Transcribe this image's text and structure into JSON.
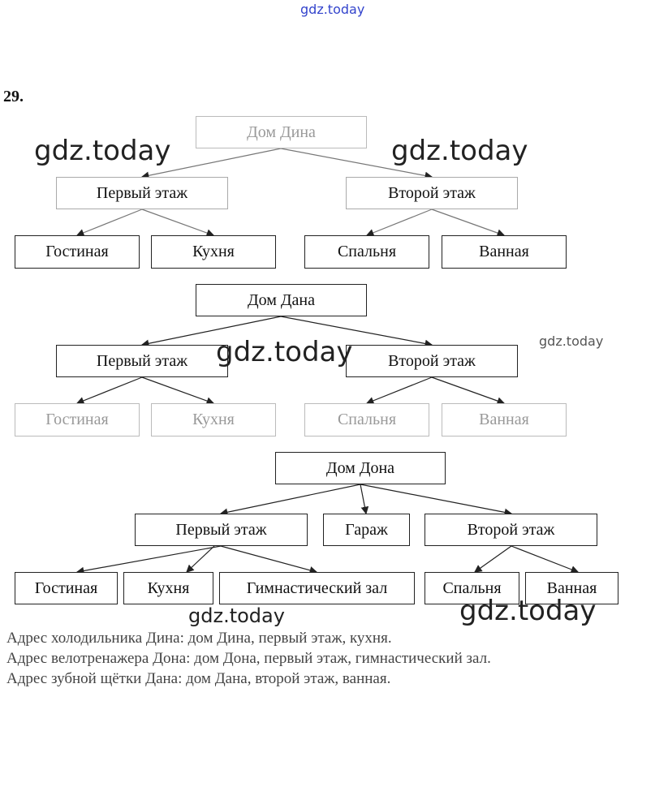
{
  "watermark": "gdz.today",
  "task_number": "29.",
  "trees": [
    {
      "root": "Дом Дина",
      "floors": [
        "Первый этаж",
        "Второй этаж"
      ],
      "rooms": [
        "Гостиная",
        "Кухня",
        "Спальня",
        "Ванная"
      ]
    },
    {
      "root": "Дом Дана",
      "floors": [
        "Первый этаж",
        "Второй этаж"
      ],
      "rooms": [
        "Гостиная",
        "Кухня",
        "Спальня",
        "Ванная"
      ]
    },
    {
      "root": "Дом Дона",
      "floors": [
        "Первый этаж",
        "Гараж",
        "Второй этаж"
      ],
      "rooms": [
        "Гостиная",
        "Кухня",
        "Гимнастический зал",
        "Спальня",
        "Ванная"
      ]
    }
  ],
  "answers": [
    "Адрес холодильника Дина: дом Дина, первый этаж, кухня.",
    "Адрес велотренажера Дона: дом Дона, первый этаж, гимнастический зал.",
    "Адрес зубной щётки Дана: дом Дана, второй этаж, ванная."
  ]
}
